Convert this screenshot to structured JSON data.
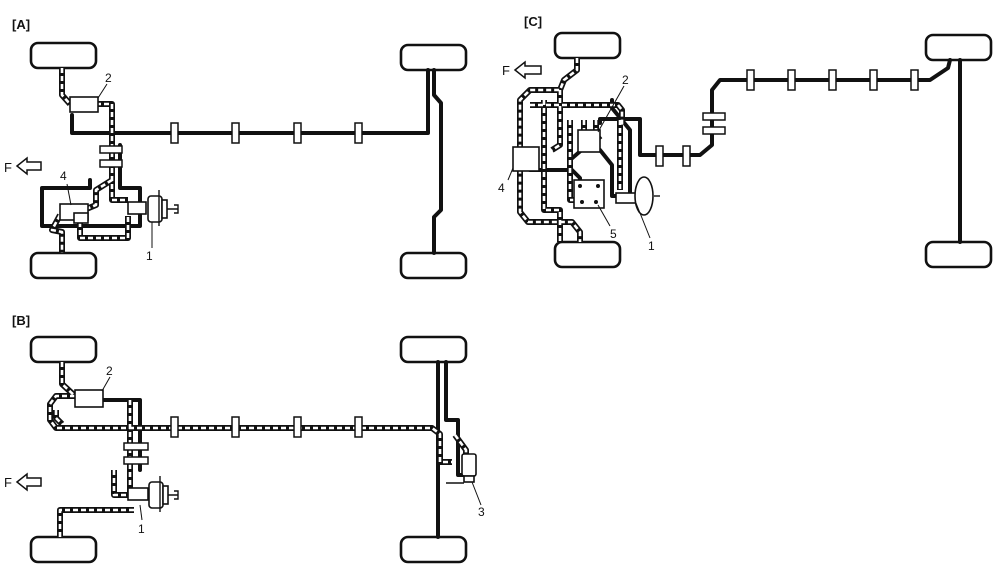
{
  "panels": {
    "a": {
      "label": "[A]",
      "front": "F",
      "callouts": [
        "1",
        "2",
        "4"
      ]
    },
    "b": {
      "label": "[B]",
      "front": "F",
      "callouts": [
        "1",
        "2",
        "3"
      ]
    },
    "c": {
      "label": "[C]",
      "front": "F",
      "callouts": [
        "1",
        "2",
        "4",
        "5"
      ]
    }
  },
  "colors": {
    "line": "#111111",
    "background": "#ffffff"
  }
}
